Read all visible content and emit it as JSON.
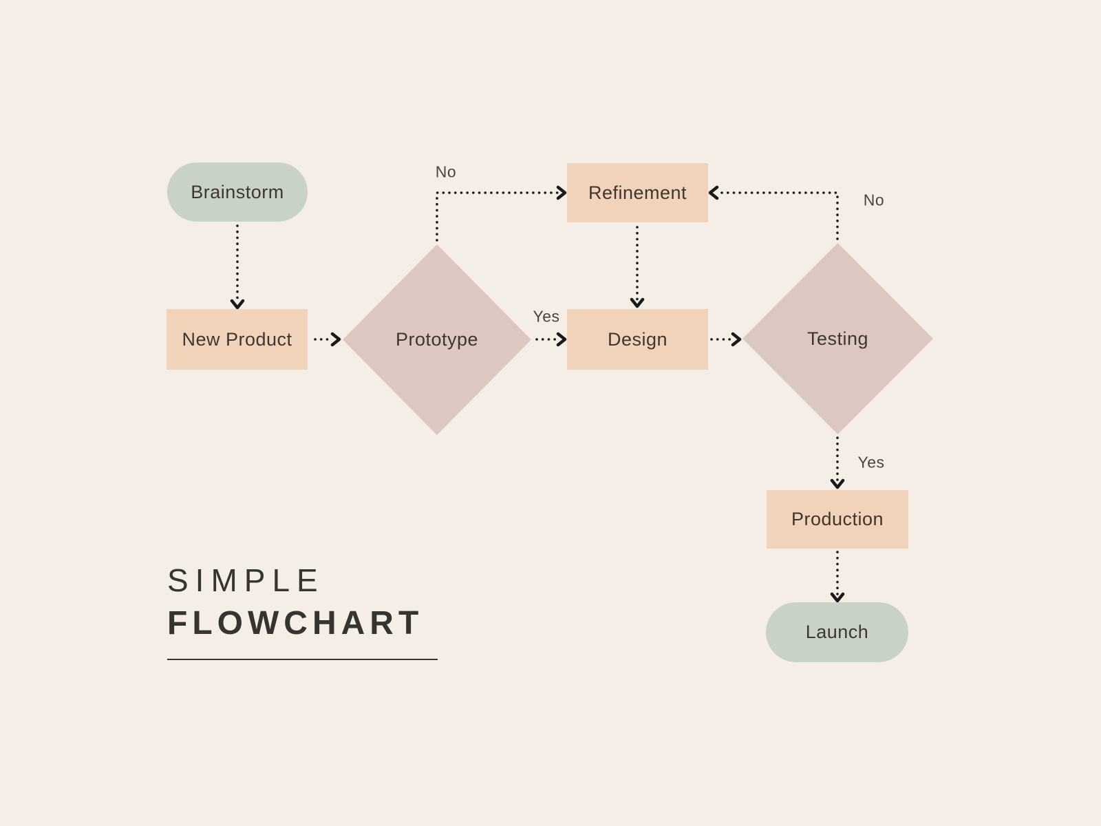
{
  "title": {
    "line1": "SIMPLE",
    "line2": "FLOWCHART"
  },
  "colors": {
    "background": "#F4EEE6",
    "terminator": "#C9D2C6",
    "process": "#F0D3B9",
    "decision": "#DCC8C0",
    "line": "#1A1A18",
    "node_text": "#3E362F",
    "label_text": "#4A453F",
    "title_text": "#35352F"
  },
  "nodes": {
    "brainstorm": {
      "label": "Brainstorm",
      "type": "terminator"
    },
    "new_product": {
      "label": "New Product",
      "type": "process"
    },
    "prototype": {
      "label": "Prototype",
      "type": "decision"
    },
    "refinement": {
      "label": "Refinement",
      "type": "process"
    },
    "design": {
      "label": "Design",
      "type": "process"
    },
    "testing": {
      "label": "Testing",
      "type": "decision"
    },
    "production": {
      "label": "Production",
      "type": "process"
    },
    "launch": {
      "label": "Launch",
      "type": "terminator"
    }
  },
  "edge_labels": {
    "prototype_no": "No",
    "prototype_yes": "Yes",
    "testing_no": "No",
    "testing_yes": "Yes"
  },
  "edges": [
    {
      "from": "brainstorm",
      "to": "new_product",
      "label": ""
    },
    {
      "from": "new_product",
      "to": "prototype",
      "label": ""
    },
    {
      "from": "prototype",
      "to": "refinement",
      "label": "No"
    },
    {
      "from": "prototype",
      "to": "design",
      "label": "Yes"
    },
    {
      "from": "refinement",
      "to": "design",
      "label": ""
    },
    {
      "from": "design",
      "to": "testing",
      "label": ""
    },
    {
      "from": "testing",
      "to": "refinement",
      "label": "No"
    },
    {
      "from": "testing",
      "to": "production",
      "label": "Yes"
    },
    {
      "from": "production",
      "to": "launch",
      "label": ""
    }
  ]
}
